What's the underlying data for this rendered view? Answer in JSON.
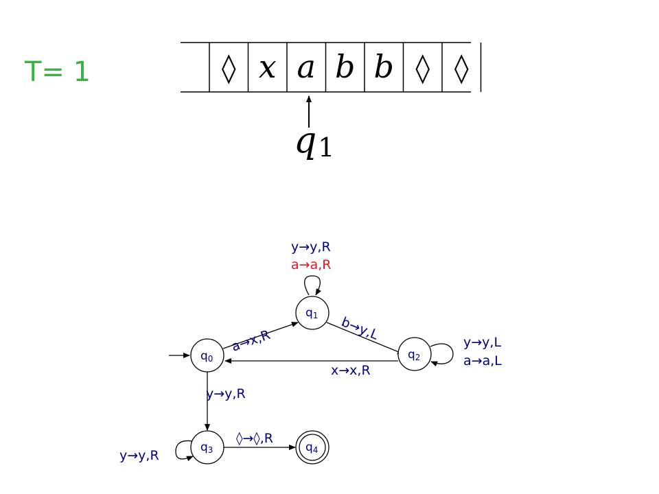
{
  "time_label": "T= 1",
  "tape": {
    "cells": [
      "◊",
      "x",
      "a",
      "b",
      "b",
      "◊",
      "◊"
    ],
    "head_index": 2,
    "head_state": "q",
    "head_state_sub": "1"
  },
  "diagram": {
    "states": [
      {
        "id": "q0",
        "label": "q",
        "sub": "0",
        "initial": true,
        "accepting": false
      },
      {
        "id": "q1",
        "label": "q",
        "sub": "1",
        "initial": false,
        "accepting": false
      },
      {
        "id": "q2",
        "label": "q",
        "sub": "2",
        "initial": false,
        "accepting": false
      },
      {
        "id": "q3",
        "label": "q",
        "sub": "3",
        "initial": false,
        "accepting": false
      },
      {
        "id": "q4",
        "label": "q",
        "sub": "4",
        "initial": false,
        "accepting": true
      }
    ],
    "transitions": {
      "q1_self_line1": "y→y,R",
      "q1_self_line2": "a→a,R",
      "q0_q1": "a→x,R",
      "q1_q2": "b→y,L",
      "q2_self_line1": "y→y,L",
      "q2_self_line2": "a→a,L",
      "q2_q0": "x→x,R",
      "q0_q3": "y→y,R",
      "q3_q4": "◊→◊,R",
      "q3_self": "y→y,R"
    }
  },
  "colors": {
    "time_label": "#3cb043",
    "highlight_transition": "#e8141e",
    "ink": "#000080",
    "line": "#000000"
  }
}
